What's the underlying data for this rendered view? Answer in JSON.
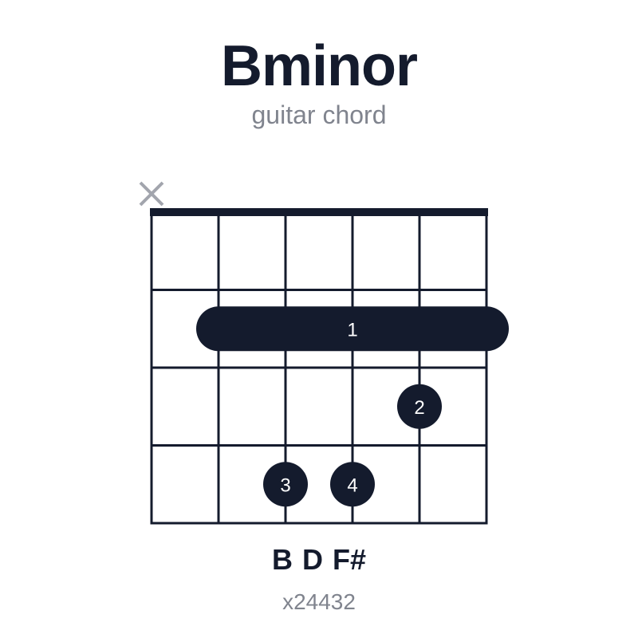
{
  "header": {
    "title": "Bminor",
    "subtitle": "guitar chord"
  },
  "diagram": {
    "strings": 6,
    "frets": 4,
    "colors": {
      "ink": "#141b2d",
      "muted": "#80848e",
      "muted_marker": "#a2a5ad",
      "background": "#ffffff"
    },
    "string_states": [
      "muted",
      "fretted",
      "fretted",
      "fretted",
      "fretted",
      "fretted"
    ],
    "muted_marker_icon": "x-mark-icon",
    "barre": {
      "finger": "1",
      "fret": 2,
      "from_string": 2,
      "to_string": 6
    },
    "fingers": [
      {
        "finger": "2",
        "string": 5,
        "fret": 3
      },
      {
        "finger": "3",
        "string": 3,
        "fret": 4
      },
      {
        "finger": "4",
        "string": 4,
        "fret": 4
      }
    ]
  },
  "footer": {
    "notes": "B D F#",
    "code": "x24432"
  }
}
